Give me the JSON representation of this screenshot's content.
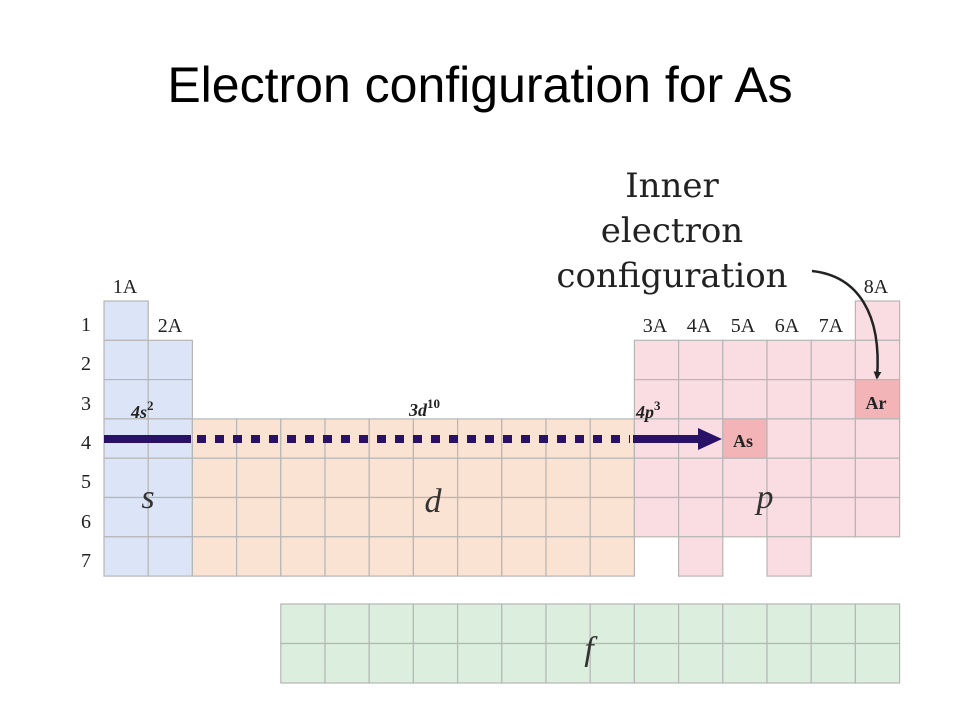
{
  "slide_title": "Electron configuration for As",
  "annotation": {
    "lines": [
      "Inner",
      "electron",
      "configuration"
    ]
  },
  "group_labels": {
    "g1": "1A",
    "g2": "2A",
    "g13": "3A",
    "g14": "4A",
    "g15": "5A",
    "g16": "6A",
    "g17": "7A",
    "g18": "8A"
  },
  "period_labels": [
    "1",
    "2",
    "3",
    "4",
    "5",
    "6",
    "7"
  ],
  "block_labels": {
    "s": "s",
    "d": "d",
    "p": "p",
    "f": "f"
  },
  "subshell_labels": {
    "s": {
      "main": "4s",
      "sup": "2"
    },
    "d": {
      "main": "3d",
      "sup": "10"
    },
    "p": {
      "main": "4p",
      "sup": "3"
    }
  },
  "highlighted_elements": {
    "arsenic": "As",
    "argon": "Ar"
  },
  "colors": {
    "s_block": "#dbe5f7",
    "d_block": "#fbe3d3",
    "p_block": "#f9dde3",
    "f_block": "#dceedd",
    "highlight": "#f2b4b6",
    "cell_border": "#b6b6b6",
    "arrow": "#2a1168"
  }
}
